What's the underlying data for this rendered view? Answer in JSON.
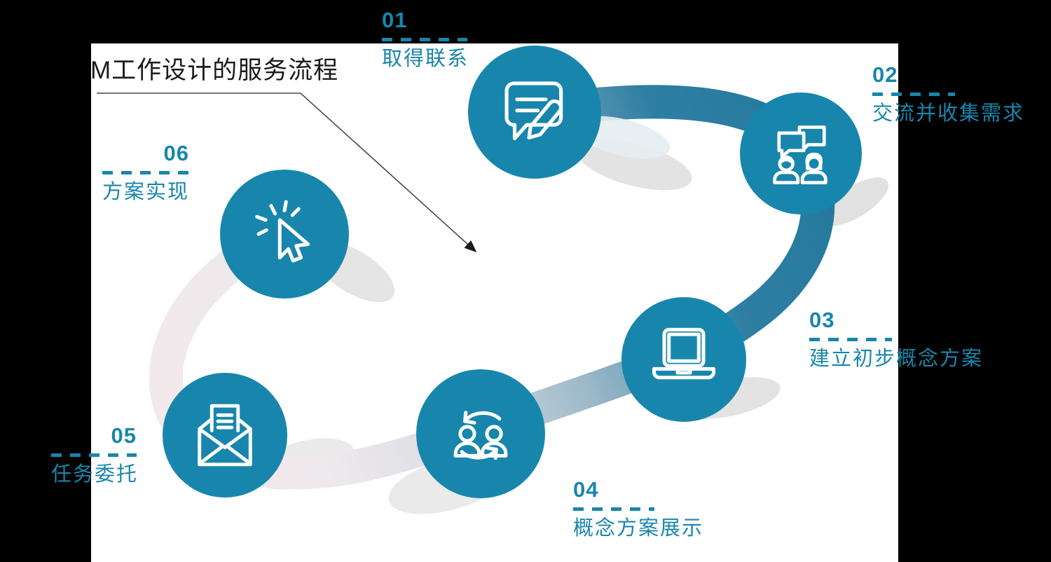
{
  "title": "M工作设计的服务流程",
  "colors": {
    "accent": "#1886AC",
    "circle_fill": "#1886AC",
    "ribbon_dark_teal": "#26799E",
    "ribbon_light_blue": "#9DB9C9",
    "ribbon_pale_pink": "#EEE9EC",
    "title_color": "#1B1B1B",
    "panel_background": "#FFFFFF"
  },
  "steps": [
    {
      "number": "01",
      "label": "取得联系",
      "icon": "chat-edit-icon"
    },
    {
      "number": "02",
      "label": "交流并收集需求",
      "icon": "people-discussion-icon"
    },
    {
      "number": "03",
      "label": "建立初步概念方案",
      "icon": "laptop-icon"
    },
    {
      "number": "04",
      "label": "概念方案展示",
      "icon": "people-exchange-icon"
    },
    {
      "number": "05",
      "label": "任务委托",
      "icon": "open-envelope-icon"
    },
    {
      "number": "06",
      "label": "方案实现",
      "icon": "cursor-click-icon"
    }
  ]
}
